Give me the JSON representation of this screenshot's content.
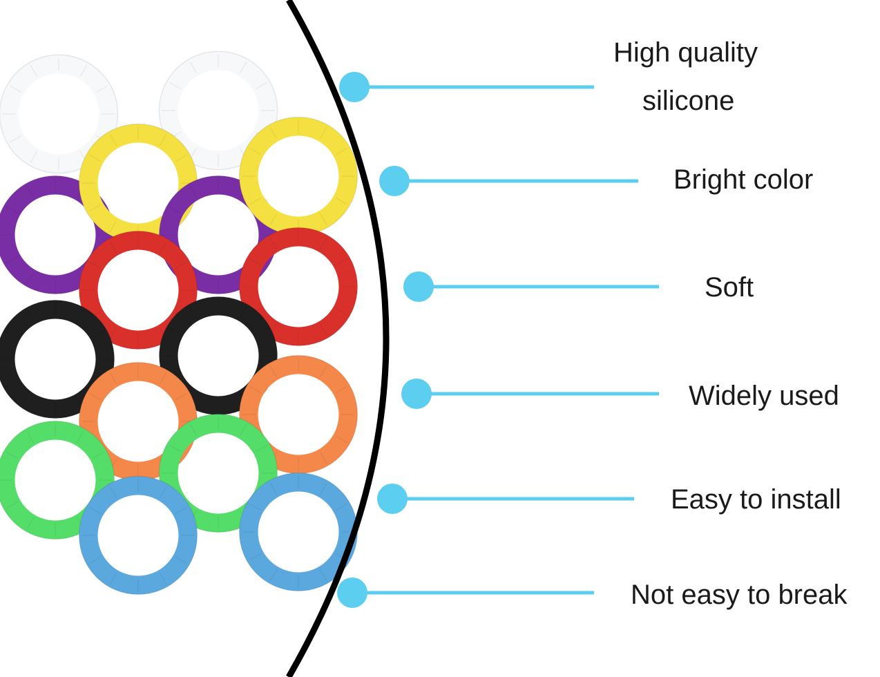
{
  "colors": {
    "arc": "#000000",
    "connector": "#5ccff0",
    "text": "#1a1a1a"
  },
  "rings": [
    {
      "color": "#f7f8fa",
      "name": "white"
    },
    {
      "color": "#f5e041",
      "name": "yellow"
    },
    {
      "color": "#7a2ea5",
      "name": "purple"
    },
    {
      "color": "#d9302c",
      "name": "red"
    },
    {
      "color": "#1f1f1f",
      "name": "black"
    },
    {
      "color": "#f4874a",
      "name": "orange"
    },
    {
      "color": "#55dd6a",
      "name": "green"
    },
    {
      "color": "#5aa8de",
      "name": "blue"
    }
  ],
  "features": [
    {
      "line1": "High quality",
      "line2": "silicone"
    },
    {
      "line1": "Bright color"
    },
    {
      "line1": "Soft"
    },
    {
      "line1": "Widely used"
    },
    {
      "line1": "Easy to install"
    },
    {
      "line1": "Not easy to break"
    }
  ]
}
